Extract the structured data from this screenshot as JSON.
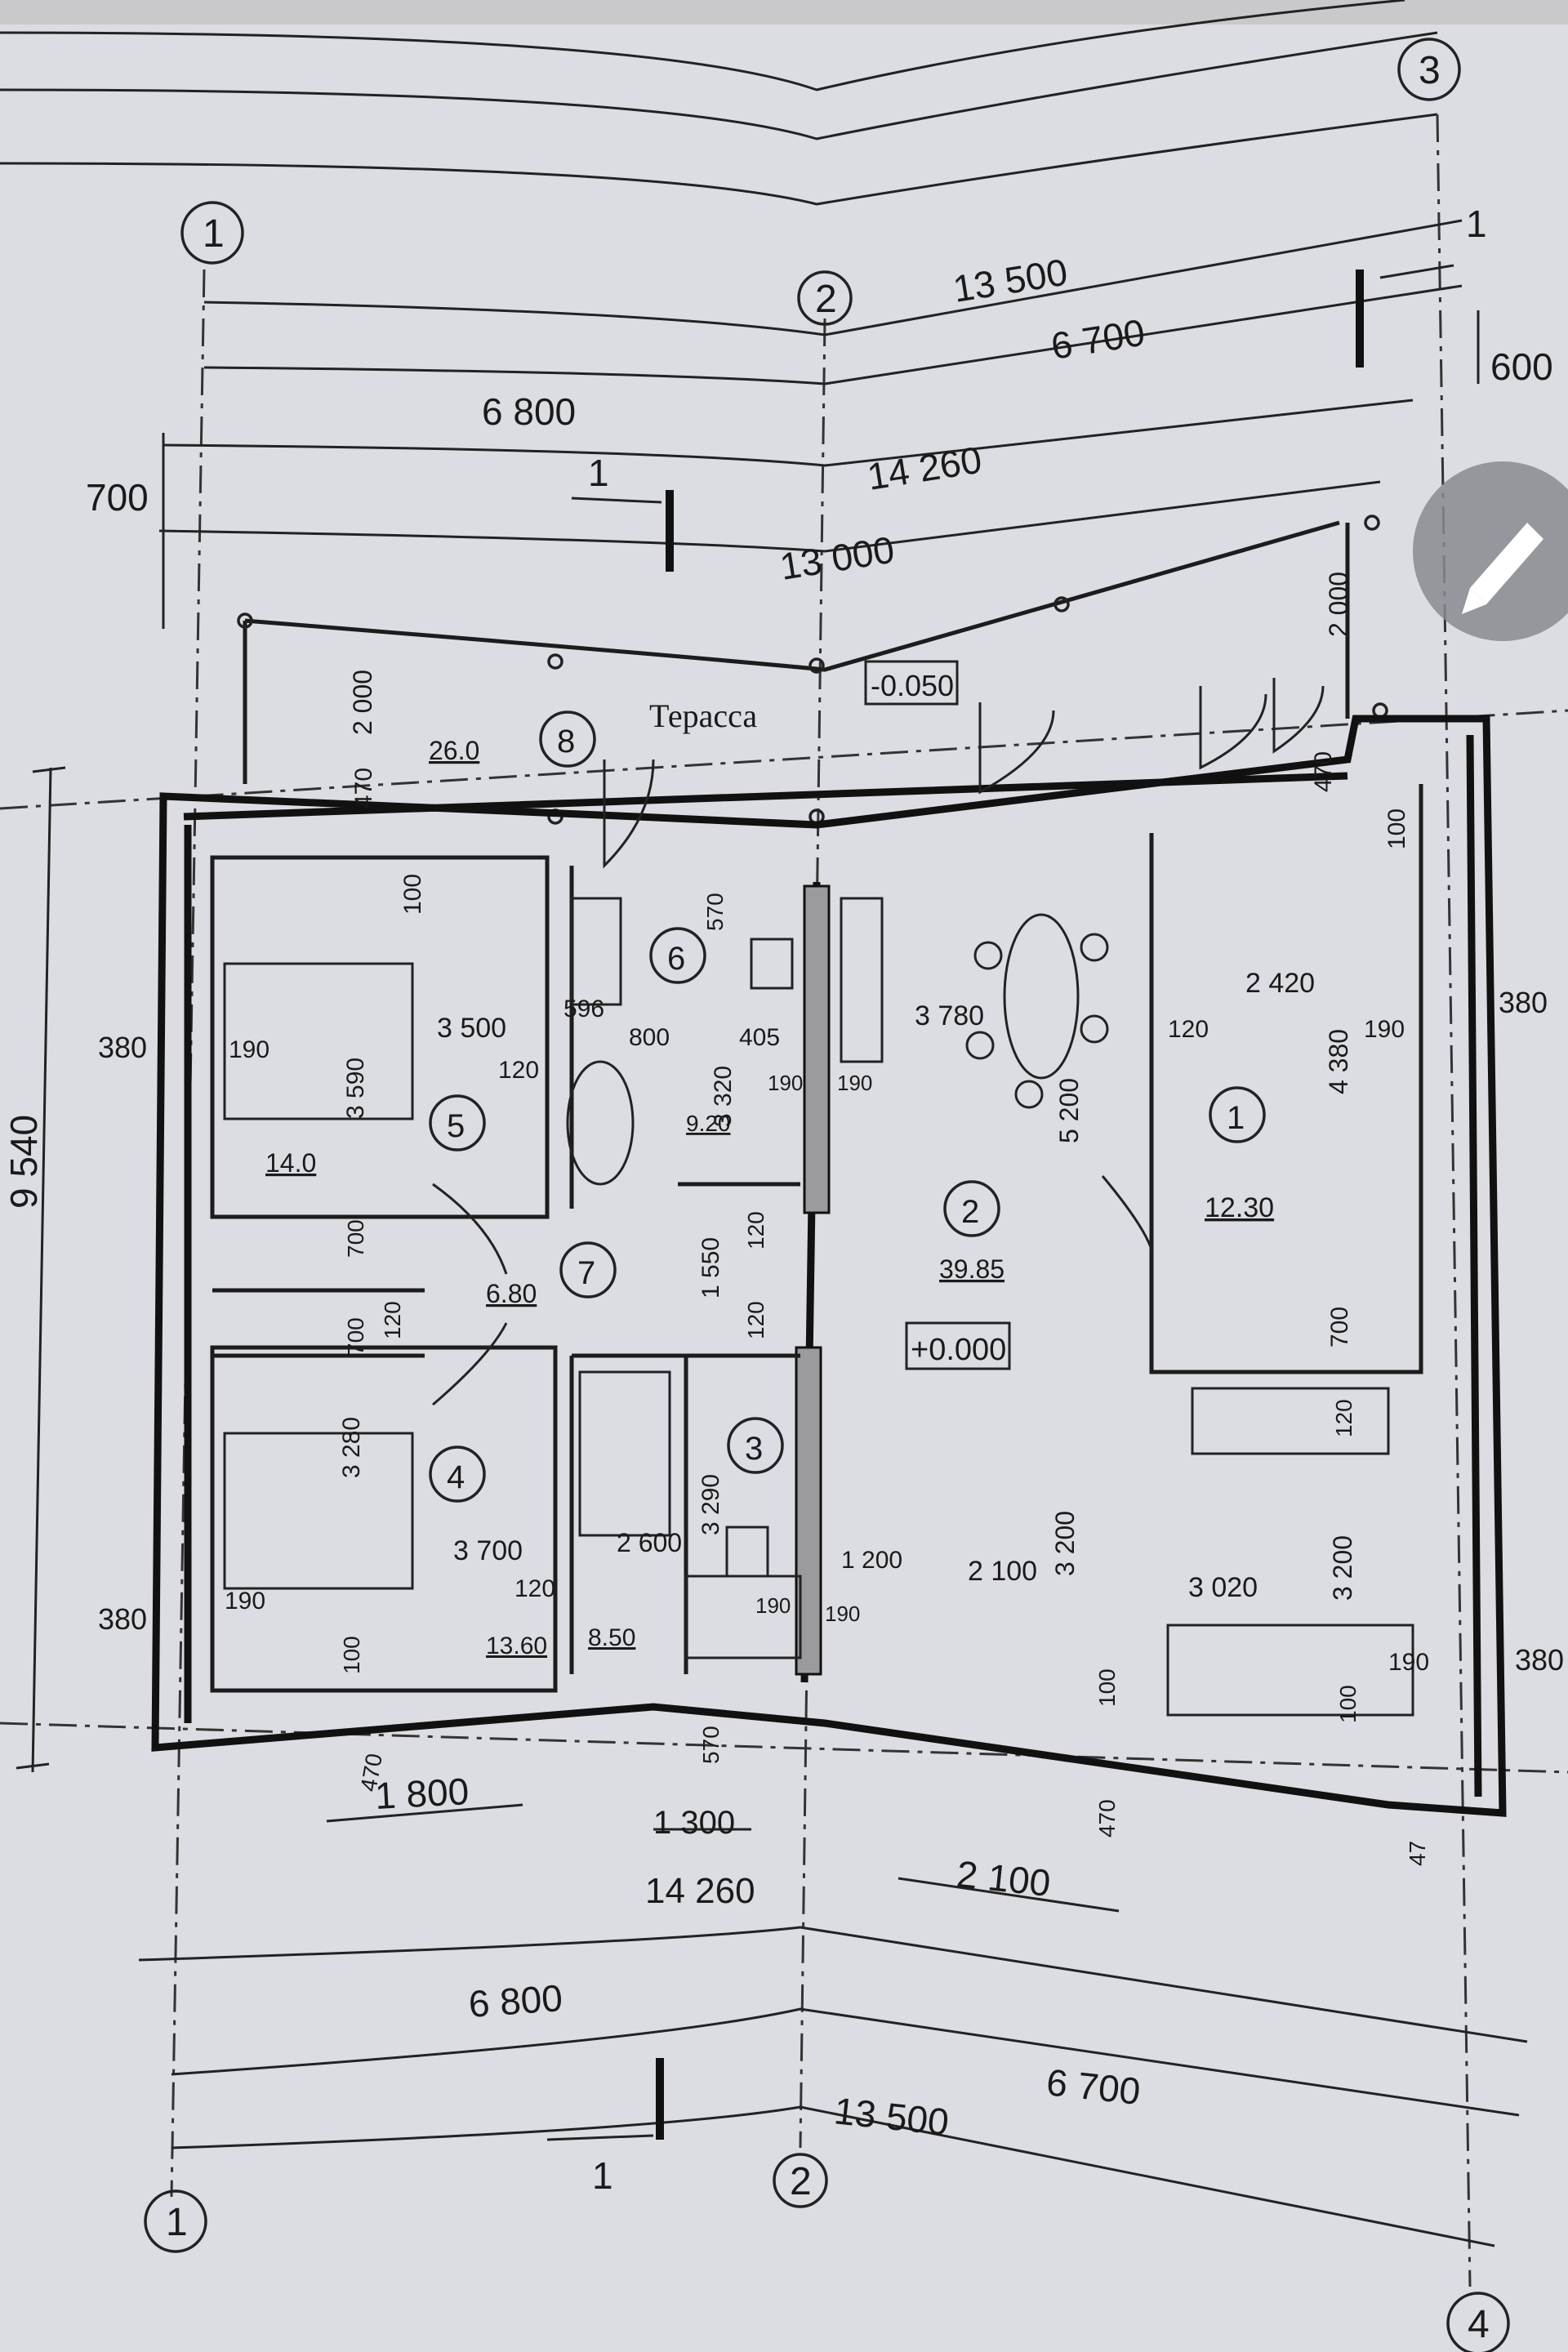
{
  "plan": {
    "terrace": {
      "label": "Терасса",
      "level": "-0.050",
      "area": "26.0",
      "num": "8"
    },
    "floor_level": "+0.000",
    "rooms": [
      {
        "num": "1",
        "area": "12.30"
      },
      {
        "num": "2",
        "area": "39.85"
      },
      {
        "num": "3",
        "area": "8.50"
      },
      {
        "num": "4",
        "area": "13.60"
      },
      {
        "num": "5",
        "area": "14.0"
      },
      {
        "num": "6",
        "area": "9.20"
      },
      {
        "num": "7",
        "area": "6.80"
      }
    ],
    "axes": {
      "a1": "1",
      "a2": "2",
      "a3": "3",
      "a4": "4"
    },
    "section_mark": "1",
    "dims": {
      "d13500": "13 500",
      "d6700": "6 700",
      "d6800": "6 800",
      "d14260": "14 260",
      "d13000": "13 000",
      "d700": "700",
      "d600": "600",
      "d9540": "9 540",
      "d2000": "2 000",
      "d470": "470",
      "d100": "100",
      "d380": "380",
      "d190": "190",
      "d120": "120",
      "d3500": "3 500",
      "d3590": "3 590",
      "d596": "596",
      "d800": "800",
      "d405": "405",
      "d3320": "3 320",
      "d3780": "3 780",
      "d5200": "5 200",
      "d2420": "2 420",
      "d4380": "4 380",
      "d570": "570",
      "d1550": "1 550",
      "d3290": "3 290",
      "d3280": "3 280",
      "d3700": "3 700",
      "d2600": "2 600",
      "d1200": "1 200",
      "d2100": "2 100",
      "d3200": "3 200",
      "d3020": "3 020",
      "d1800": "1 800",
      "d1300": "1 300",
      "d47": "47"
    }
  }
}
